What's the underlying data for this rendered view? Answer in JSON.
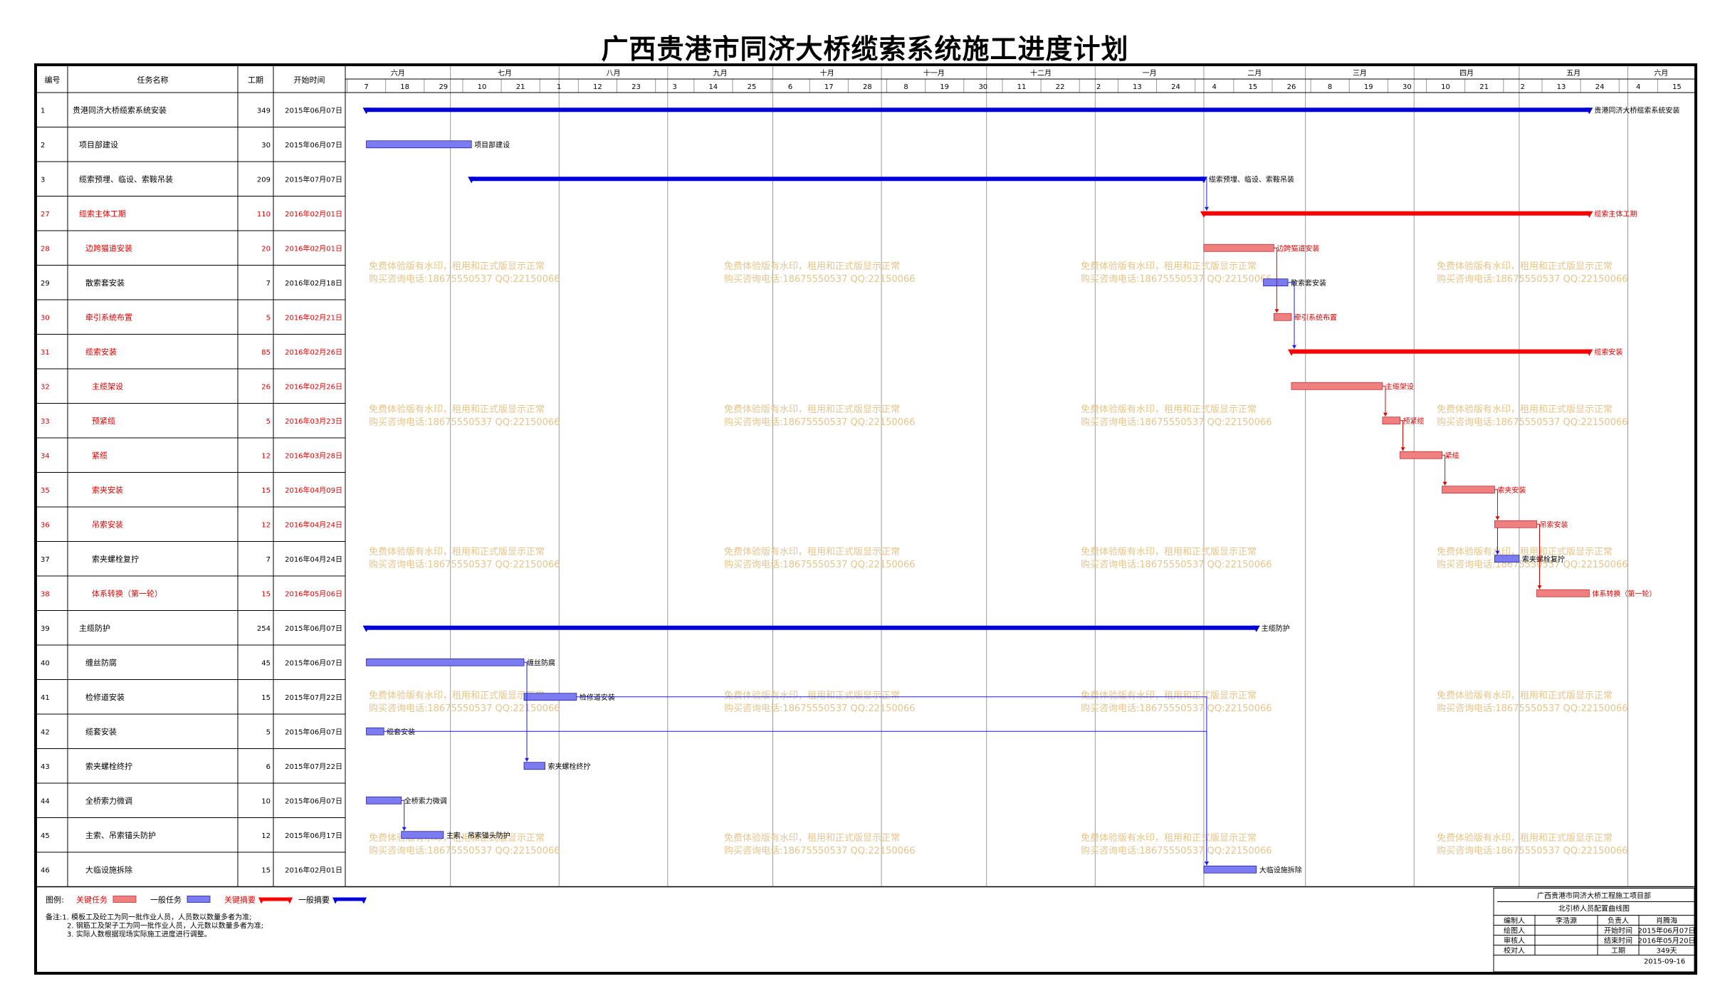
{
  "title": "广西贵港市同济大桥缆索系统施工进度计划",
  "columns": [
    "编号",
    "任务名称",
    "工期",
    "开始时间"
  ],
  "chart_data": {
    "type": "gantt",
    "date_start": "2015-06-01",
    "date_end": "2016-06-20",
    "months": [
      {
        "label": "六月",
        "start": "2015-06-01"
      },
      {
        "label": "七月",
        "start": "2015-07-01"
      },
      {
        "label": "八月",
        "start": "2015-08-01"
      },
      {
        "label": "九月",
        "start": "2015-09-01"
      },
      {
        "label": "十月",
        "start": "2015-10-01"
      },
      {
        "label": "十一月",
        "start": "2015-11-01"
      },
      {
        "label": "十二月",
        "start": "2015-12-01"
      },
      {
        "label": "一月",
        "start": "2016-01-01"
      },
      {
        "label": "二月",
        "start": "2016-02-01"
      },
      {
        "label": "三月",
        "start": "2016-03-01"
      },
      {
        "label": "四月",
        "start": "2016-04-01"
      },
      {
        "label": "五月",
        "start": "2016-05-01"
      },
      {
        "label": "六月",
        "start": "2016-06-01"
      }
    ],
    "ticks": [
      {
        "label": "7",
        "date": "2015-06-07"
      },
      {
        "label": "18",
        "date": "2015-06-18"
      },
      {
        "label": "29",
        "date": "2015-06-29"
      },
      {
        "label": "10",
        "date": "2015-07-10"
      },
      {
        "label": "21",
        "date": "2015-07-21"
      },
      {
        "label": "1",
        "date": "2015-08-01"
      },
      {
        "label": "12",
        "date": "2015-08-12"
      },
      {
        "label": "23",
        "date": "2015-08-23"
      },
      {
        "label": "3",
        "date": "2015-09-03"
      },
      {
        "label": "14",
        "date": "2015-09-14"
      },
      {
        "label": "25",
        "date": "2015-09-25"
      },
      {
        "label": "6",
        "date": "2015-10-06"
      },
      {
        "label": "17",
        "date": "2015-10-17"
      },
      {
        "label": "28",
        "date": "2015-10-28"
      },
      {
        "label": "8",
        "date": "2015-11-08"
      },
      {
        "label": "19",
        "date": "2015-11-19"
      },
      {
        "label": "30",
        "date": "2015-11-30"
      },
      {
        "label": "11",
        "date": "2015-12-11"
      },
      {
        "label": "22",
        "date": "2015-12-22"
      },
      {
        "label": "2",
        "date": "2016-01-02"
      },
      {
        "label": "13",
        "date": "2016-01-13"
      },
      {
        "label": "24",
        "date": "2016-01-24"
      },
      {
        "label": "4",
        "date": "2016-02-04"
      },
      {
        "label": "15",
        "date": "2016-02-15"
      },
      {
        "label": "26",
        "date": "2016-02-26"
      },
      {
        "label": "8",
        "date": "2016-03-08"
      },
      {
        "label": "19",
        "date": "2016-03-19"
      },
      {
        "label": "30",
        "date": "2016-03-30"
      },
      {
        "label": "10",
        "date": "2016-04-10"
      },
      {
        "label": "21",
        "date": "2016-04-21"
      },
      {
        "label": "2",
        "date": "2016-05-02"
      },
      {
        "label": "13",
        "date": "2016-05-13"
      },
      {
        "label": "24",
        "date": "2016-05-24"
      },
      {
        "label": "4",
        "date": "2016-06-04"
      },
      {
        "label": "15",
        "date": "2016-06-15"
      }
    ],
    "tasks": [
      {
        "id": "1",
        "name": "贵港同济大桥缆索系统安装",
        "duration": 349,
        "start": "2015年06月07日",
        "start_date": "2015-06-07",
        "kind": "summary",
        "critical": false,
        "level": 0
      },
      {
        "id": "2",
        "name": "项目部建设",
        "duration": 30,
        "start": "2015年06月07日",
        "start_date": "2015-06-07",
        "kind": "task",
        "critical": false,
        "level": 1
      },
      {
        "id": "3",
        "name": "缆索预埋、临设、索鞍吊装",
        "duration": 209,
        "start": "2015年07月07日",
        "start_date": "2015-07-07",
        "kind": "summary",
        "critical": false,
        "level": 1
      },
      {
        "id": "27",
        "name": "缆索主体工期",
        "duration": 110,
        "start": "2016年02月01日",
        "start_date": "2016-02-01",
        "kind": "summary",
        "critical": true,
        "level": 1
      },
      {
        "id": "28",
        "name": "边跨猫道安装",
        "duration": 20,
        "start": "2016年02月01日",
        "start_date": "2016-02-01",
        "kind": "task",
        "critical": true,
        "level": 2
      },
      {
        "id": "29",
        "name": "散索套安装",
        "duration": 7,
        "start": "2016年02月18日",
        "start_date": "2016-02-18",
        "kind": "task",
        "critical": false,
        "level": 2
      },
      {
        "id": "30",
        "name": "牵引系统布置",
        "duration": 5,
        "start": "2016年02月21日",
        "start_date": "2016-02-21",
        "kind": "task",
        "critical": true,
        "level": 2
      },
      {
        "id": "31",
        "name": "缆索安装",
        "duration": 85,
        "start": "2016年02月26日",
        "start_date": "2016-02-26",
        "kind": "summary",
        "critical": true,
        "level": 2
      },
      {
        "id": "32",
        "name": "主缆架设",
        "duration": 26,
        "start": "2016年02月26日",
        "start_date": "2016-02-26",
        "kind": "task",
        "critical": true,
        "level": 3
      },
      {
        "id": "33",
        "name": "预紧缆",
        "duration": 5,
        "start": "2016年03月23日",
        "start_date": "2016-03-23",
        "kind": "task",
        "critical": true,
        "level": 3
      },
      {
        "id": "34",
        "name": "紧缆",
        "duration": 12,
        "start": "2016年03月28日",
        "start_date": "2016-03-28",
        "kind": "task",
        "critical": true,
        "level": 3
      },
      {
        "id": "35",
        "name": "索夹安装",
        "duration": 15,
        "start": "2016年04月09日",
        "start_date": "2016-04-09",
        "kind": "task",
        "critical": true,
        "level": 3
      },
      {
        "id": "36",
        "name": "吊索安装",
        "duration": 12,
        "start": "2016年04月24日",
        "start_date": "2016-04-24",
        "kind": "task",
        "critical": true,
        "level": 3
      },
      {
        "id": "37",
        "name": "索夹螺栓复拧",
        "duration": 7,
        "start": "2016年04月24日",
        "start_date": "2016-04-24",
        "kind": "task",
        "critical": false,
        "level": 3
      },
      {
        "id": "38",
        "name": "体系转换（第一轮）",
        "duration": 15,
        "start": "2016年05月06日",
        "start_date": "2016-05-06",
        "kind": "task",
        "critical": true,
        "level": 3
      },
      {
        "id": "39",
        "name": "主缆防护",
        "duration": 254,
        "start": "2015年06月07日",
        "start_date": "2015-06-07",
        "kind": "summary",
        "critical": false,
        "level": 1
      },
      {
        "id": "40",
        "name": "缠丝防腐",
        "duration": 45,
        "start": "2015年06月07日",
        "start_date": "2015-06-07",
        "kind": "task",
        "critical": false,
        "level": 2
      },
      {
        "id": "41",
        "name": "检修道安装",
        "duration": 15,
        "start": "2015年07月22日",
        "start_date": "2015-07-22",
        "kind": "task",
        "critical": false,
        "level": 2
      },
      {
        "id": "42",
        "name": "缆套安装",
        "duration": 5,
        "start": "2015年06月07日",
        "start_date": "2015-06-07",
        "kind": "task",
        "critical": false,
        "level": 2
      },
      {
        "id": "43",
        "name": "索夹螺栓终拧",
        "duration": 6,
        "start": "2015年07月22日",
        "start_date": "2015-07-22",
        "kind": "task",
        "critical": false,
        "level": 2
      },
      {
        "id": "44",
        "name": "全桥索力微调",
        "duration": 10,
        "start": "2015年06月07日",
        "start_date": "2015-06-07",
        "kind": "task",
        "critical": false,
        "level": 2
      },
      {
        "id": "45",
        "name": "主索、吊索锚头防护",
        "duration": 12,
        "start": "2015年06月17日",
        "start_date": "2015-06-17",
        "kind": "task",
        "critical": false,
        "level": 2
      },
      {
        "id": "46",
        "name": "大临设施拆除",
        "duration": 15,
        "start": "2016年02月01日",
        "start_date": "2016-02-01",
        "kind": "task",
        "critical": false,
        "level": 2
      }
    ],
    "links": [
      [
        "3",
        "27"
      ],
      [
        "28",
        "30"
      ],
      [
        "29",
        "31"
      ],
      [
        "32",
        "33"
      ],
      [
        "33",
        "34"
      ],
      [
        "34",
        "35"
      ],
      [
        "35",
        "36"
      ],
      [
        "36",
        "37"
      ],
      [
        "36",
        "38"
      ],
      [
        "40",
        "43"
      ],
      [
        "41",
        "46"
      ],
      [
        "42",
        "46"
      ],
      [
        "44",
        "45"
      ]
    ],
    "colors": {
      "critical": "#f08080",
      "critical_summary": "#ff0000",
      "normal": "#7c7cf0",
      "normal_summary": "#0000dd",
      "critical_text": "#e00000",
      "link": "#1a1aee"
    }
  },
  "watermark": {
    "line1": "免费体验版有水印，租用和正式版显示正常",
    "line2": "购买咨询电话:18675550537 QQ:22150066",
    "color": "#e6c48a"
  },
  "legend": {
    "label": "图例:",
    "items": [
      {
        "text": "关键任务",
        "kind": "critical-task"
      },
      {
        "text": "一般任务",
        "kind": "normal-task"
      },
      {
        "text": "关键摘要",
        "kind": "critical-summary"
      },
      {
        "text": "一般摘要",
        "kind": "normal-summary"
      }
    ]
  },
  "notes": [
    "备注:1. 模板工及砼工为同一批作业人员，人员数以数量多者为准;",
    "2. 钢筋工及架子工为同一批作业人员，人元数以数量多者为准;",
    "3. 实际人数根据现场实际施工进度进行调整。"
  ],
  "info_box": {
    "company": "广西贵港市同济大桥工程施工项目部",
    "subtitle": "北引桥人员配置曲线图",
    "rows": [
      [
        "编制人",
        "李浩源",
        "负责人",
        "肖腾海"
      ],
      [
        "绘图人",
        "",
        "开始时间",
        "2015年06月07日"
      ],
      [
        "审核人",
        "",
        "结束时间",
        "2016年05月20日"
      ],
      [
        "校对人",
        "",
        "工期",
        "349天"
      ]
    ],
    "date": "2015-09-16"
  }
}
